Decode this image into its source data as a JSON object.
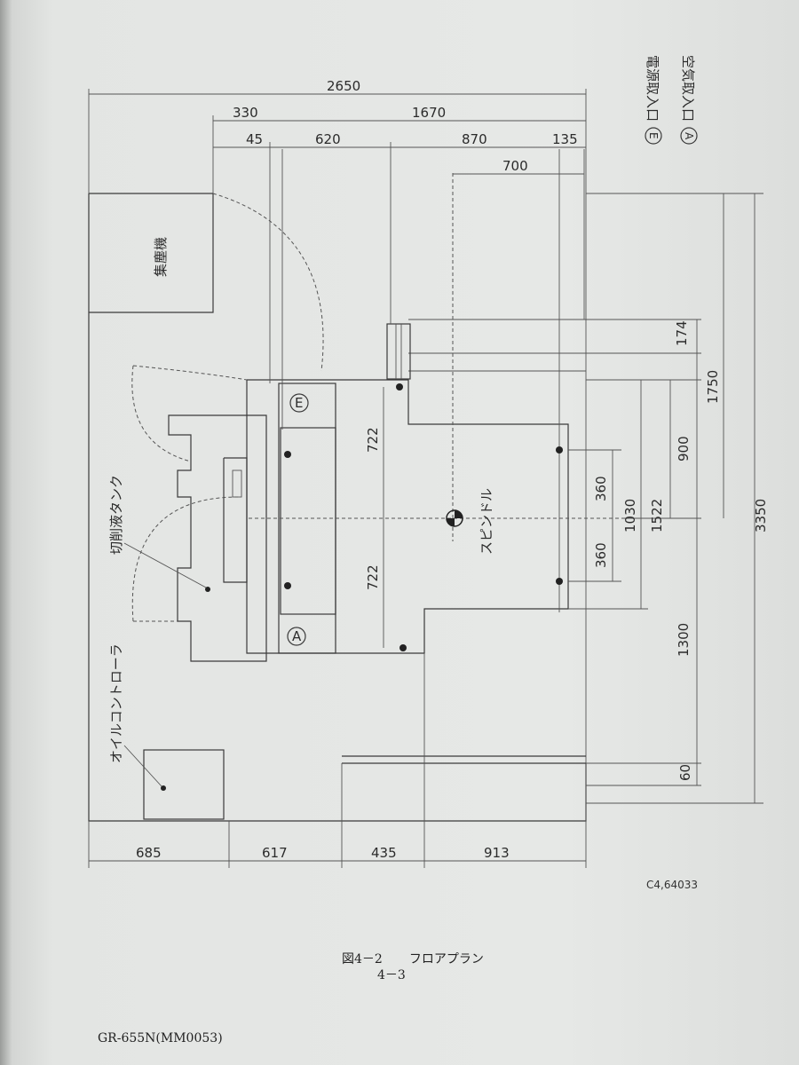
{
  "legend": [
    {
      "symbol": "E",
      "label": "電源取入口"
    },
    {
      "symbol": "A",
      "label": "空気取入口"
    }
  ],
  "components": {
    "dust_collector": "集塵機",
    "coolant_tank": "切削液タンク",
    "oil_controller": "オイルコントローラ",
    "spindle": "スピンドル",
    "power_inlet_marker": "E",
    "air_inlet_marker": "A"
  },
  "dimensions": {
    "top": {
      "overall": "2650",
      "left": "330",
      "right": "1670",
      "d45": "45",
      "d620": "620",
      "d870": "870",
      "d135": "135",
      "d700": "700"
    },
    "bottom": [
      "685",
      "617",
      "435",
      "913"
    ],
    "right": {
      "d174": "174",
      "d1750": "1750",
      "d900": "900",
      "d3350": "3350",
      "d360a": "360",
      "d1030": "1030",
      "d1522": "1522",
      "d360b": "360",
      "d1300": "1300",
      "d60": "60"
    },
    "center": {
      "upper": "722",
      "lower": "722"
    }
  },
  "drawing_number": "C4,64033",
  "caption": {
    "figure": "図4－2",
    "title": "フロアプラン"
  },
  "page_number": "4－3",
  "document_code": "GR-655N(MM0053)"
}
